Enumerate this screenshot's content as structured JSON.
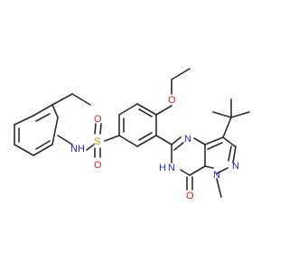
{
  "colors": {
    "bond": "#2b2b2b",
    "carbon": "#2b2b2b",
    "nitrogen": "#1f1fdc",
    "oxygen": "#e0201a",
    "sulfur": "#b7a400",
    "background": "#ffffff"
  },
  "atom_labels": {
    "sulfonamide_nh": "NH",
    "sulfonyl_s": "S",
    "sulfonyl_o_top": "O",
    "sulfonyl_o_bottom": "O",
    "ether_o": "O",
    "pyrimidine_n": "N",
    "pyrimidine_nh": "H",
    "pyrimidine_nh_n": "N",
    "carbonyl_o": "O",
    "pyrazole_n_top": "N",
    "pyrazole_n_bottom": "N"
  }
}
